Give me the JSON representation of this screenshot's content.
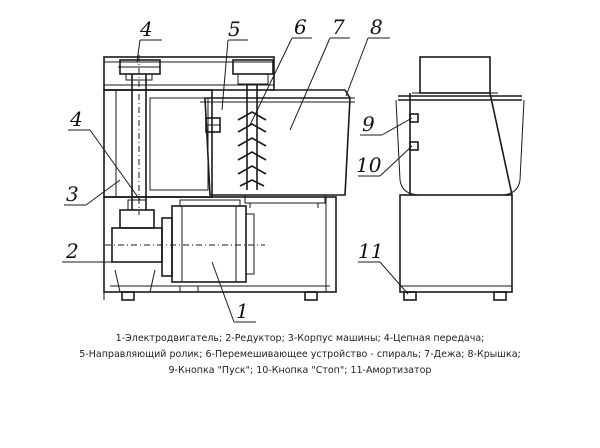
{
  "callouts": {
    "c1": "1",
    "c2": "2",
    "c3": "3",
    "c4a": "4",
    "c4b": "4",
    "c5": "5",
    "c6": "6",
    "c7": "7",
    "c8": "8",
    "c9": "9",
    "c10": "10",
    "c11": "11"
  },
  "legend": {
    "line1": "1-Электродвигатель; 2-Редуктор; 3-Корпус машины; 4-Цепная передача;",
    "line2": "5-Направляющий ролик; 6-Перемешивающее устройство - спираль; 7-Дежа; 8-Крышка;",
    "line3": "9-Кнопка \"Пуск\"; 10-Кнопка \"Стоп\"; 11-Амортизатор"
  }
}
